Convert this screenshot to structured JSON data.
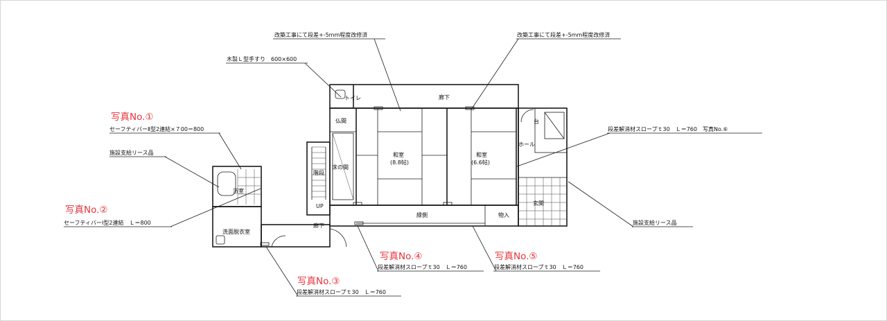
{
  "photo_labels": {
    "p1": "写真No.①",
    "p2": "写真No.②",
    "p3": "写真No.③",
    "p4": "写真No.④",
    "p5": "写真No.⑤"
  },
  "callouts": {
    "renovation_left": "改築工事にて段差+-5mm程度改修済",
    "renovation_right": "改築工事にて段差+-5mm程度改修済",
    "wood_handrail": "木製Ｌ型手すり　600×600",
    "safety_bar_1": "セーフティバーⅡ型2連結×７00＝800",
    "rental_left": "施設支給リース品",
    "safety_bar_2": "セーフティバーⅠ型2連結　Ｌ＝800",
    "slope_3": "段差解消材スロープｔ30　Ｌ＝760",
    "slope_4": "段差解消材スロープｔ30　Ｌ＝760",
    "slope_5": "段差解消材スロープｔ30　Ｌ＝760",
    "slope_6": "段差解消材スロープｔ30　Ｌ＝760　写真No.⑥",
    "rental_right": "施設支給リース品"
  },
  "rooms": {
    "toilet": "トイレ",
    "corridor_top": "廊下",
    "butsuma": "仏間",
    "tokonoma": "床の間",
    "washitsu_left": "和室",
    "washitsu_left_size": "(8.8帖)",
    "washitsu_right": "和室",
    "washitsu_right_size": "(6.6帖)",
    "hall": "ホール",
    "stairs": "階段",
    "up": "UP",
    "bath": "浴室",
    "engawa": "縁側",
    "storage": "物入",
    "genkan": "玄関",
    "washroom": "洗面脱衣室",
    "corridor_bottom": "廊下",
    "kitchen_mark": "台"
  }
}
